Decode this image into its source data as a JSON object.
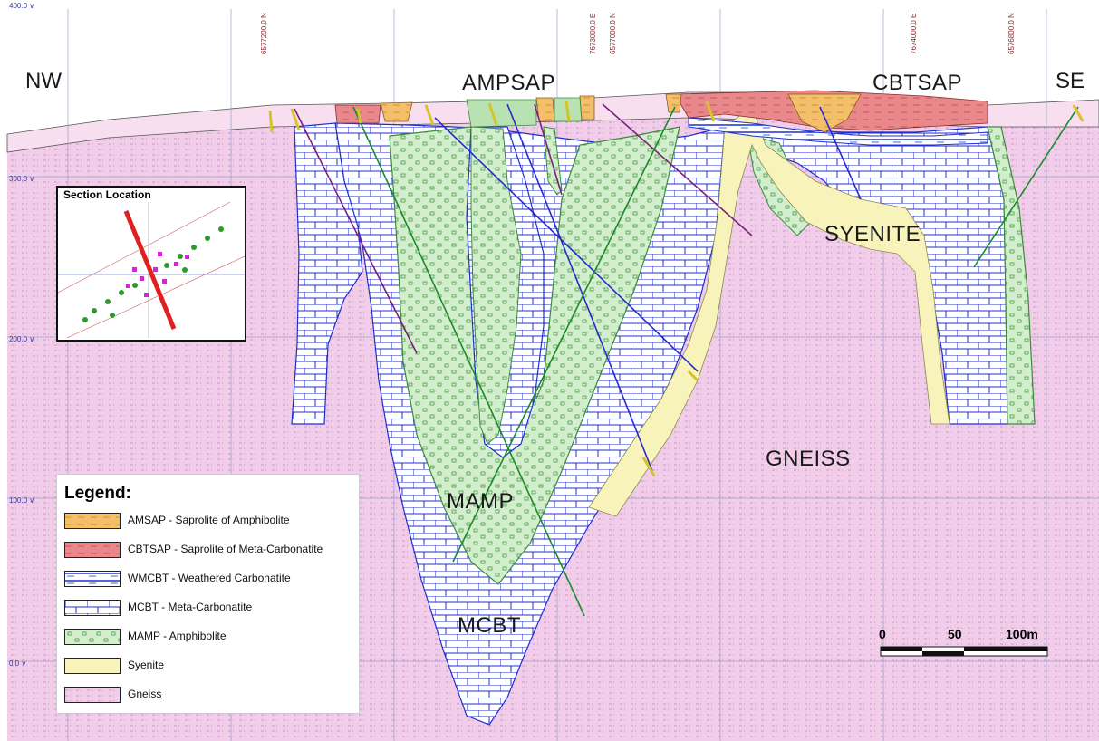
{
  "section": {
    "direction_left": "NW",
    "direction_right": "SE",
    "units": [
      {
        "id": "ampsap",
        "label": "AMPSAP"
      },
      {
        "id": "cbtsap",
        "label": "CBTSAP"
      },
      {
        "id": "syenite",
        "label": "SYENITE"
      },
      {
        "id": "gneiss",
        "label": "GNEISS"
      },
      {
        "id": "mamp",
        "label": "MAMP"
      },
      {
        "id": "mcbt",
        "label": "MCBT"
      }
    ],
    "elevations": [
      "400.0 ∨",
      "300.0 ∨",
      "200.0 ∨",
      "100.0 ∨",
      "0.0 ∨"
    ],
    "grid_labels": [
      "6577200.0 N",
      "7673000.0 E",
      "6577000.0 N",
      "7674000.0 E",
      "6576800.0 N"
    ]
  },
  "inset": {
    "title": "Section Location"
  },
  "legend": {
    "title": "Legend:",
    "items": [
      {
        "label": "AMSAP - Saprolite of Amphibolite",
        "pattern": "amsap"
      },
      {
        "label": "CBTSAP - Saprolite of Meta-Carbonatite",
        "pattern": "cbtsap"
      },
      {
        "label": "WMCBT - Weathered Carbonatite",
        "pattern": "wmcbt"
      },
      {
        "label": "MCBT - Meta-Carbonatite",
        "pattern": "mcbt"
      },
      {
        "label": "MAMP - Amphibolite",
        "pattern": "mamp"
      },
      {
        "label": "Syenite",
        "pattern": "syenite"
      },
      {
        "label": "Gneiss",
        "pattern": "gneiss"
      }
    ]
  },
  "scale_bar": {
    "labels": [
      "0",
      "50",
      "100m"
    ]
  },
  "colors": {
    "gneiss_bg": "#f2cdea",
    "gneiss_line": "#b07fb0",
    "mcbt_fill": "#ffffff",
    "mcbt_line": "#1f2fcc",
    "mamp_fill": "#cfeccb",
    "mamp_line": "#3c8a3c",
    "syenite_fill": "#f6f2b8",
    "cbtsap_fill": "#e88080",
    "amsap_fill": "#f2b45a",
    "overburden": "#f7dff0"
  }
}
